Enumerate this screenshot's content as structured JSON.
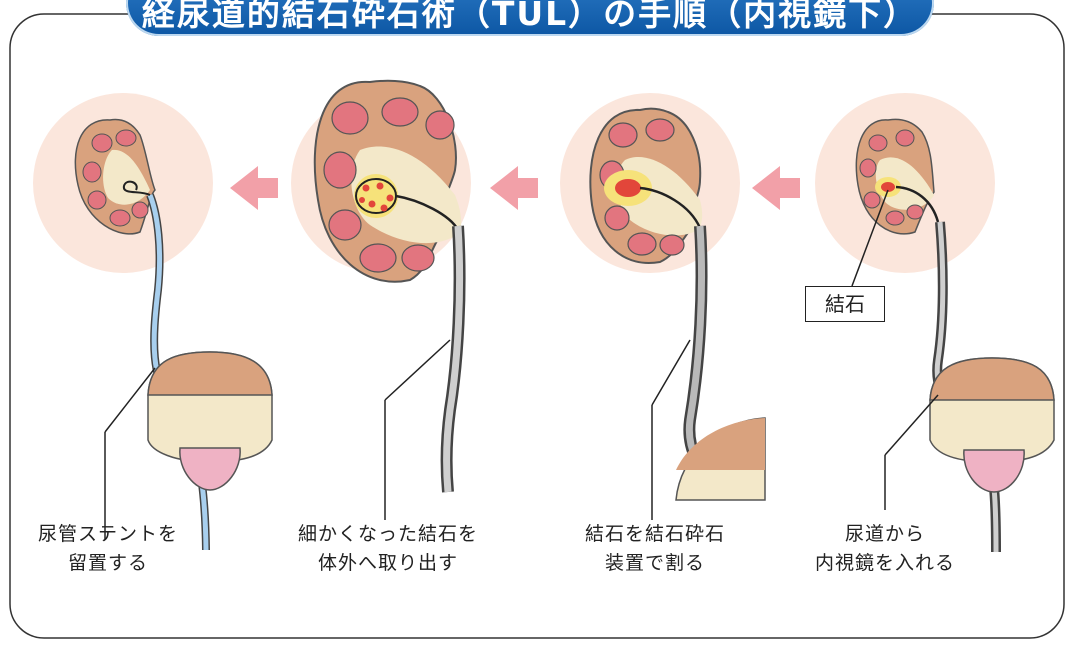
{
  "title": "経尿道的結石砕石術（TUL）の手順（内視鏡下）",
  "stone_label": "結石",
  "steps": [
    {
      "line1": "尿管ステントを",
      "line2": "留置する"
    },
    {
      "line1": "細かくなった結石を",
      "line2": "体外へ取り出す"
    },
    {
      "line1": "結石を結石砕石",
      "line2": "装置で割る"
    },
    {
      "line1": "尿道から",
      "line2": "内視鏡を入れる"
    }
  ],
  "colors": {
    "title_bg": "#1565b5",
    "circle_bg": "#fbe6dc",
    "kidney": "#d9a27e",
    "calyx": "#e2757f",
    "arrow": "#f2a0a8",
    "stone_ring": "#f6e27a",
    "stone": "#e2463a",
    "stent": "#a8cfee",
    "scope": "#7a7a7a"
  }
}
